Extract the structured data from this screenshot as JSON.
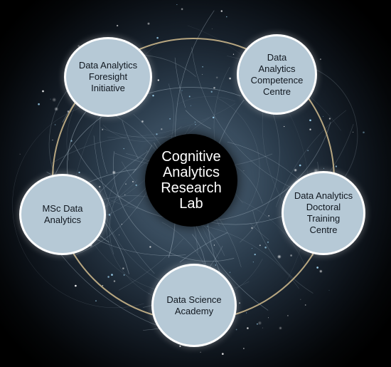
{
  "center": {
    "label": "Cognitive\nAnalytics\nResearch\nLab"
  },
  "nodes": [
    {
      "id": "foresight",
      "label": "Data Analytics\nForesight\nInitiative"
    },
    {
      "id": "competence",
      "label": "Data\nAnalytics\nCompetence\nCentre"
    },
    {
      "id": "doctoral",
      "label": "Data Analytics\nDoctoral\nTraining\nCentre"
    },
    {
      "id": "academy",
      "label": "Data Science\nAcademy"
    },
    {
      "id": "msc",
      "label": "MSc Data\nAnalytics"
    }
  ],
  "colors": {
    "ring": "#c9b58a",
    "node_fill": "#b6c9d6",
    "node_border": "#ffffff",
    "center_fill": "#000000",
    "center_text": "#ffffff",
    "node_text": "#111820"
  }
}
